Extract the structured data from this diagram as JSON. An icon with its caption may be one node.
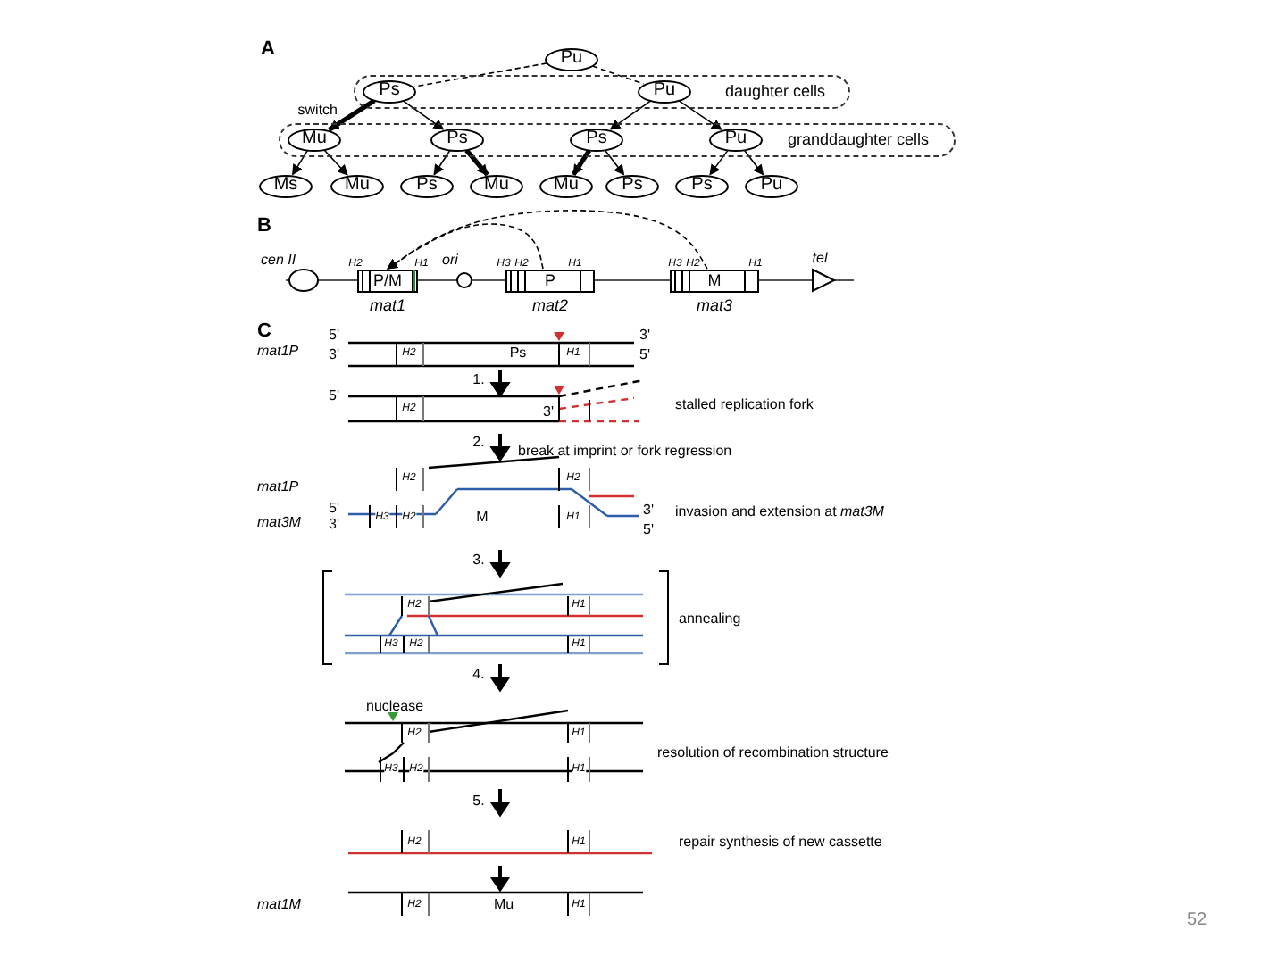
{
  "diagram": {
    "nodes": [
      {
        "text": [
          "Pu"
        ]
      },
      {
        "text": [
          "daughter cells"
        ]
      },
      {
        "text": [
          "Ps"
        ],
        "in": 1
      },
      {
        "text": [
          "Pu"
        ],
        "in": 1
      },
      {
        "text": [
          "granddaughter cells"
        ]
      },
      {
        "text": [
          "Mu"
        ],
        "in": 4
      },
      {
        "text": [
          "Ps"
        ],
        "in": 4
      },
      {
        "text": [
          "Ps"
        ],
        "in": 4
      },
      {
        "text": [
          "Pu"
        ],
        "in": 4
      },
      {
        "text": [
          "Ms"
        ]
      },
      {
        "text": [
          "Mu"
        ]
      },
      {
        "text": [
          "Ps"
        ]
      },
      {
        "text": [
          "Mu"
        ]
      },
      {
        "text": [
          "Mu"
        ]
      },
      {
        "text": [
          "Ps"
        ]
      },
      {
        "text": [
          "Ps"
        ]
      },
      {
        "text": [
          "Pu"
        ]
      },
      {
        "text": [
          "P/M"
        ],
        "beside": [
          "mat1"
        ]
      },
      {
        "text": [
          "P"
        ],
        "beside": [
          "mat2"
        ]
      },
      {
        "text": [
          "M"
        ],
        "beside": [
          "mat3"
        ]
      }
    ],
    "edges": [
      {
        "from": 0,
        "to": 2,
        "arrow": "none",
        "style": "dashed"
      },
      {
        "from": 0,
        "to": 3,
        "arrow": "none",
        "style": "dashed"
      },
      {
        "from": 2,
        "to": 5,
        "arrow": "to",
        "style": "thick",
        "label": "switch"
      },
      {
        "from": 2,
        "to": 6,
        "arrow": "to"
      },
      {
        "from": 3,
        "to": 7,
        "arrow": "to"
      },
      {
        "from": 3,
        "to": 8,
        "arrow": "to"
      },
      {
        "from": 5,
        "to": 9,
        "arrow": "to"
      },
      {
        "from": 5,
        "to": 10,
        "arrow": "to"
      },
      {
        "from": 6,
        "to": 11,
        "arrow": "to"
      },
      {
        "from": 6,
        "to": 12,
        "arrow": "to",
        "style": "thick"
      },
      {
        "from": 7,
        "to": 13,
        "arrow": "to",
        "style": "thick"
      },
      {
        "from": 7,
        "to": 14,
        "arrow": "to"
      },
      {
        "from": 8,
        "to": 15,
        "arrow": "to"
      },
      {
        "from": 8,
        "to": 16,
        "arrow": "to"
      },
      {
        "from": 18,
        "to": 17,
        "arrow": "to",
        "style": "dashed"
      },
      {
        "from": 19,
        "to": 17,
        "arrow": "to",
        "style": "dashed"
      }
    ],
    "labels": [
      "A",
      "B",
      "cen II",
      "H2",
      "H1",
      "ori",
      "H3",
      "H2",
      "H1",
      "H3",
      "H2",
      "H1",
      "tel",
      "C",
      "mat1P",
      "5'",
      "3'",
      "H2",
      "Ps",
      "H1",
      "3'",
      "5'",
      "1.",
      "5'",
      "H2",
      "3'",
      "stalled replication fork",
      "2.",
      "break at imprint or fork regression",
      "mat1P",
      "H2",
      "H2",
      "5'",
      "mat3M",
      "3'",
      "H3",
      "H2",
      "M",
      "H1",
      "3'",
      "5'",
      "invasion and extension at *mat3M*",
      "3.",
      "H2",
      "H1",
      "H3",
      "H2",
      "H1",
      "annealing",
      "4.",
      "nuclease",
      "H2",
      "H1",
      "H3",
      "H2",
      "H1",
      "resolution of recombination structure",
      "5.",
      "H2",
      "H1",
      "repair synthesis of new cassette",
      "mat1M",
      "H2",
      "Mu",
      "H1",
      "52"
    ]
  }
}
